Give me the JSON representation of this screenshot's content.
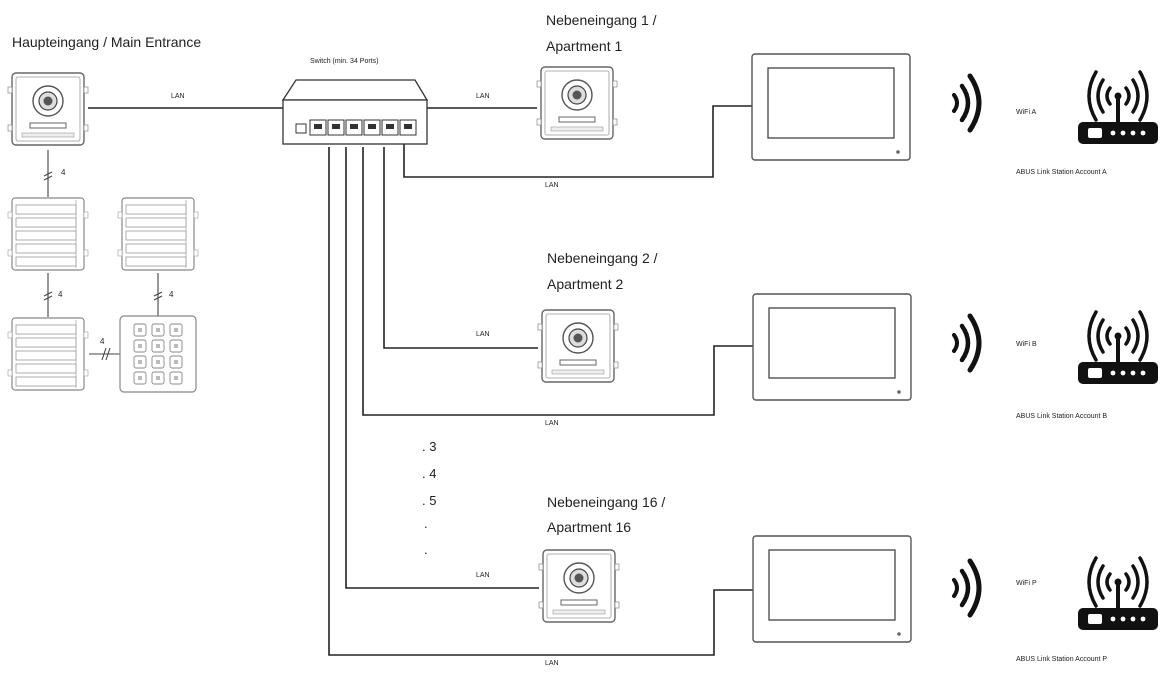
{
  "main_entrance": {
    "title": "Haupteingang / Main Entrance"
  },
  "switch": {
    "label": "Switch (min. 34 Ports)"
  },
  "wire_label": "4",
  "lan_label": "LAN",
  "apartments": [
    {
      "line1": "Nebeneingang 1 /",
      "line2": "Apartment 1",
      "wifi": "WiFi A",
      "account": "ABUS Link Station Account A"
    },
    {
      "line1": "Nebeneingang 2 /",
      "line2": "Apartment 2",
      "wifi": "WiFi B",
      "account": "ABUS Link Station Account B"
    },
    {
      "line1": "Nebeneingang 16 /",
      "line2": "Apartment 16",
      "wifi": "WiFi P",
      "account": "ABUS Link Station Account P"
    }
  ],
  "ellipsis_items": [
    ". 3",
    ". 4",
    ". 5",
    ".",
    "."
  ],
  "icons": {
    "door_station": "camera-door-station-icon",
    "button_module": "button-module-icon",
    "keypad": "keypad-module-icon",
    "network_switch": "network-switch-icon",
    "monitor": "indoor-monitor-icon",
    "wifi_signal": "wifi-signal-icon",
    "router": "wifi-router-icon"
  }
}
